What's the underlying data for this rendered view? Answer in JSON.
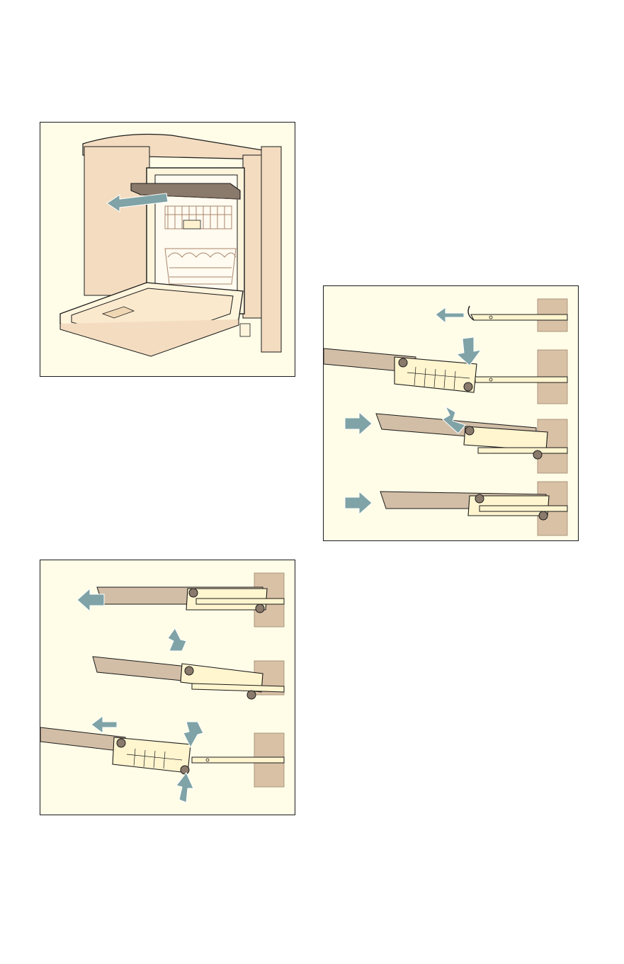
{
  "colors": {
    "panel_bg": "#fffde8",
    "frame": "#1a1a1a",
    "cabinet": "#f3dcc0",
    "wall": "#d9c1a6",
    "rail": "#fff5cf",
    "panel_board": "#d2bea6",
    "tray": "#8a7a6c",
    "arrow": "#7fa3a6",
    "wire": "#a8856b"
  },
  "figures": [
    {
      "id": "fig1",
      "icon": "dishwasher-top-tray-removal-illustration"
    },
    {
      "id": "fig2",
      "icon": "rail-attach-sequence-illustration"
    },
    {
      "id": "fig3",
      "icon": "rail-detach-sequence-illustration"
    }
  ]
}
